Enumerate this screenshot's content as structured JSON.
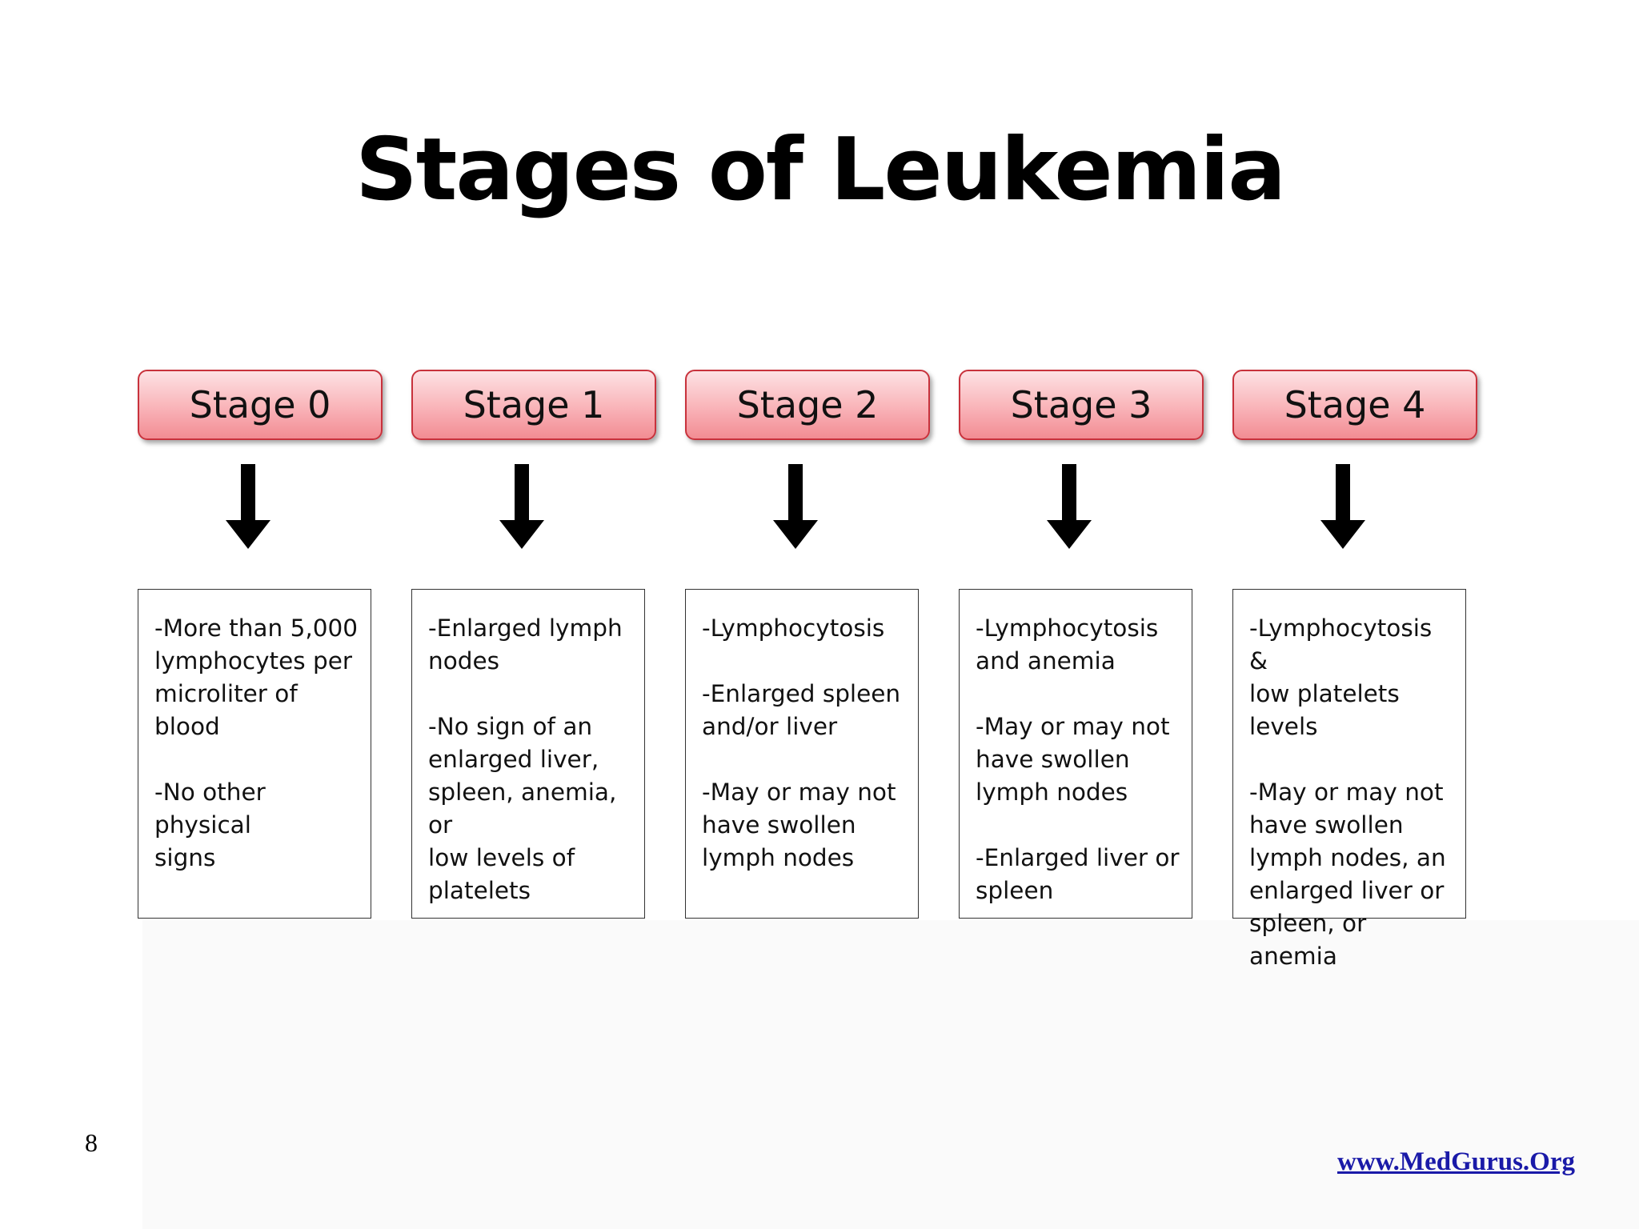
{
  "slide": {
    "title": "Stages of Leukemia",
    "page_number": "8",
    "footer_link": "www.MedGurus.Org"
  },
  "colors": {
    "stage_fill_top": "#fde2e4",
    "stage_fill_bottom": "#f28c93",
    "stage_border": "#c8323c",
    "arrow": "#000000",
    "link": "#1a1aa8"
  },
  "stages": [
    {
      "label": "Stage 0",
      "details": [
        "-More than 5,000\nlymphocytes per\nmicroliter of blood",
        "-No other physical\nsigns"
      ]
    },
    {
      "label": "Stage 1",
      "details": [
        "-Enlarged lymph\nnodes",
        "-No sign of an\nenlarged liver,\nspleen, anemia, or\nlow levels of\nplatelets"
      ]
    },
    {
      "label": "Stage 2",
      "details": [
        "-Lymphocytosis",
        "-Enlarged spleen\nand/or liver",
        "-May or may not\nhave swollen\nlymph nodes"
      ]
    },
    {
      "label": "Stage 3",
      "details": [
        "-Lymphocytosis\nand anemia",
        "-May or may not\nhave swollen\nlymph nodes",
        "-Enlarged liver or\nspleen"
      ]
    },
    {
      "label": "Stage 4",
      "details": [
        "-Lymphocytosis &\nlow platelets levels",
        "-May or may not\nhave swollen\nlymph nodes, an\nenlarged liver or\nspleen, or anemia"
      ]
    }
  ]
}
